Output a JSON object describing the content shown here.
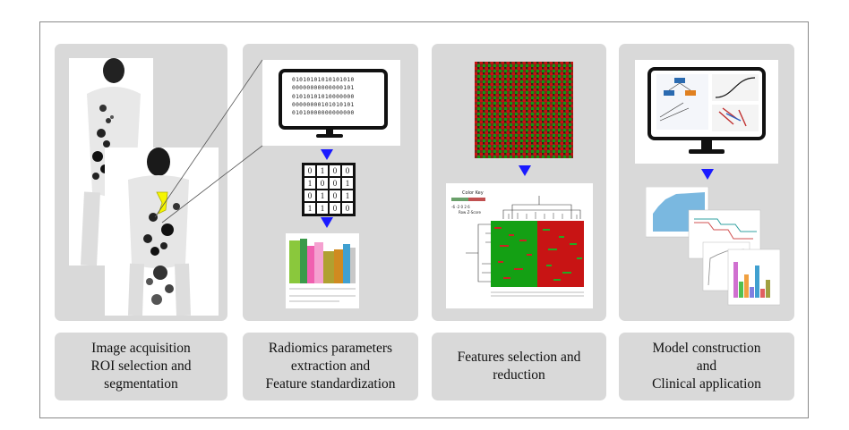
{
  "steps": [
    {
      "caption": "Image acquisition\nROI selection  and\nsegmentation"
    },
    {
      "caption": "Radiomics  parameters\nextraction and\nFeature standardization"
    },
    {
      "caption": "Features selection and\nreduction"
    },
    {
      "caption": "Model construction\nand\nClinical application"
    }
  ],
  "binary_rows": [
    "01010101010101010",
    "00000000000000101",
    "01010101010000000",
    "00000000101010101",
    "01010000000000000"
  ],
  "matrix": [
    "0",
    "1",
    "0",
    "0",
    "1",
    "0",
    "0",
    "1",
    "0",
    "1",
    "0",
    "1",
    "1",
    "1",
    "0",
    "0"
  ],
  "colors": {
    "panel": "#d9d9d9",
    "arrow": "#1a1aff",
    "heat_red": "#cc1010",
    "heat_green": "#109a10",
    "roi": "#f5f500"
  }
}
